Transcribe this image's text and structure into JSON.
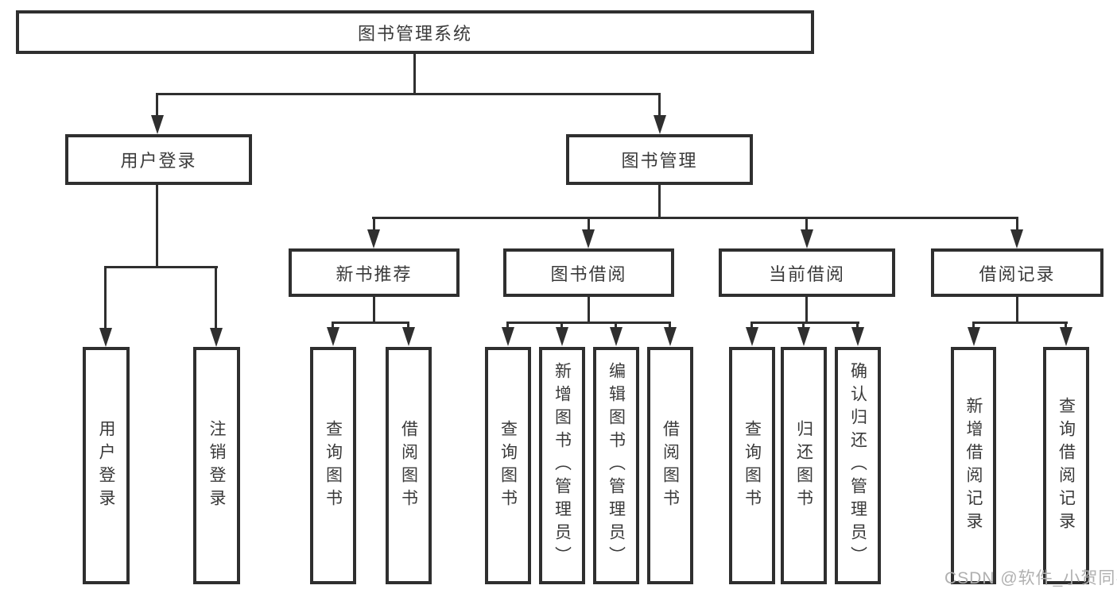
{
  "tree": {
    "root": {
      "label": "图书管理系统"
    },
    "branches": [
      {
        "label": "用户登录",
        "children": [
          {
            "label": "用户登录"
          },
          {
            "label": "注销登录"
          }
        ]
      },
      {
        "label": "图书管理",
        "groups": [
          {
            "label": "新书推荐",
            "children": [
              {
                "label": "查询图书"
              },
              {
                "label": "借阅图书"
              }
            ]
          },
          {
            "label": "图书借阅",
            "children": [
              {
                "label": "查询图书"
              },
              {
                "label": "新增图书（管理员）"
              },
              {
                "label": "编辑图书（管理员）"
              },
              {
                "label": "借阅图书"
              }
            ]
          },
          {
            "label": "当前借阅",
            "children": [
              {
                "label": "查询图书"
              },
              {
                "label": "归还图书"
              },
              {
                "label": "确认归还（管理员）"
              }
            ]
          },
          {
            "label": "借阅记录",
            "children": [
              {
                "label": "新增借阅记录"
              },
              {
                "label": "查询借阅记录"
              }
            ]
          }
        ]
      }
    ]
  },
  "watermark": {
    "text": "CSDN @软件_小贺同学"
  },
  "colors": {
    "line": "#2f2f2f",
    "text": "#3a3a3a",
    "watermark": "#b0b0b0",
    "background": "#ffffff"
  }
}
